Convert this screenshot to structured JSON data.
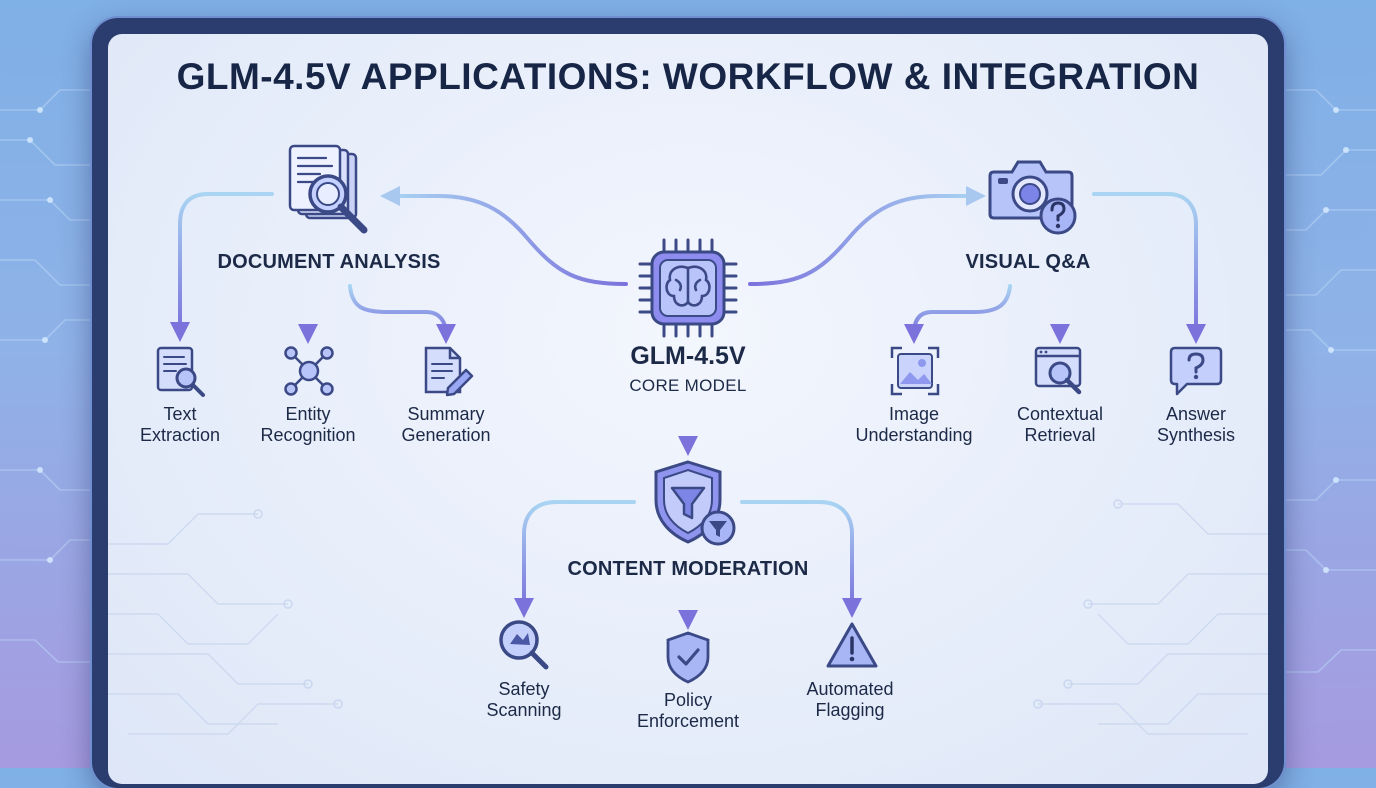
{
  "title": "GLM-4.5V APPLICATIONS: WORKFLOW & INTEGRATION",
  "core": {
    "name": "GLM-4.5V",
    "subtitle": "CORE MODEL",
    "icon": "brain-chip-icon"
  },
  "sections": {
    "document_analysis": {
      "label": "DOCUMENT ANALYSIS",
      "icon": "document-magnifier-icon",
      "children": [
        {
          "line1": "Text",
          "line2": "Extraction",
          "icon": "text-search-icon"
        },
        {
          "line1": "Entity",
          "line2": "Recognition",
          "icon": "network-nodes-icon"
        },
        {
          "line1": "Summary",
          "line2": "Generation",
          "icon": "document-pen-icon"
        }
      ]
    },
    "visual_qa": {
      "label": "VISUAL Q&A",
      "icon": "camera-question-icon",
      "children": [
        {
          "line1": "Image",
          "line2": "Understanding",
          "icon": "image-icon"
        },
        {
          "line1": "Contextual",
          "line2": "Retrieval",
          "icon": "browser-search-icon"
        },
        {
          "line1": "Answer",
          "line2": "Synthesis",
          "icon": "question-bubble-icon"
        }
      ]
    },
    "content_moderation": {
      "label": "CONTENT MODERATION",
      "icon": "shield-filter-icon",
      "children": [
        {
          "line1": "Safety",
          "line2": "Scanning",
          "icon": "magnifier-scan-icon"
        },
        {
          "line1": "Policy",
          "line2": "Enforcement",
          "icon": "shield-check-icon"
        },
        {
          "line1": "Automated",
          "line2": "Flagging",
          "icon": "warning-triangle-icon"
        }
      ]
    }
  },
  "colors": {
    "arrow_start": "#a9d4f2",
    "arrow_end": "#7b72dc",
    "icon_stroke": "#3b4a86",
    "icon_fill": "#a7b6f0",
    "text": "#1c2a48",
    "frame": "#2b3d6e"
  }
}
